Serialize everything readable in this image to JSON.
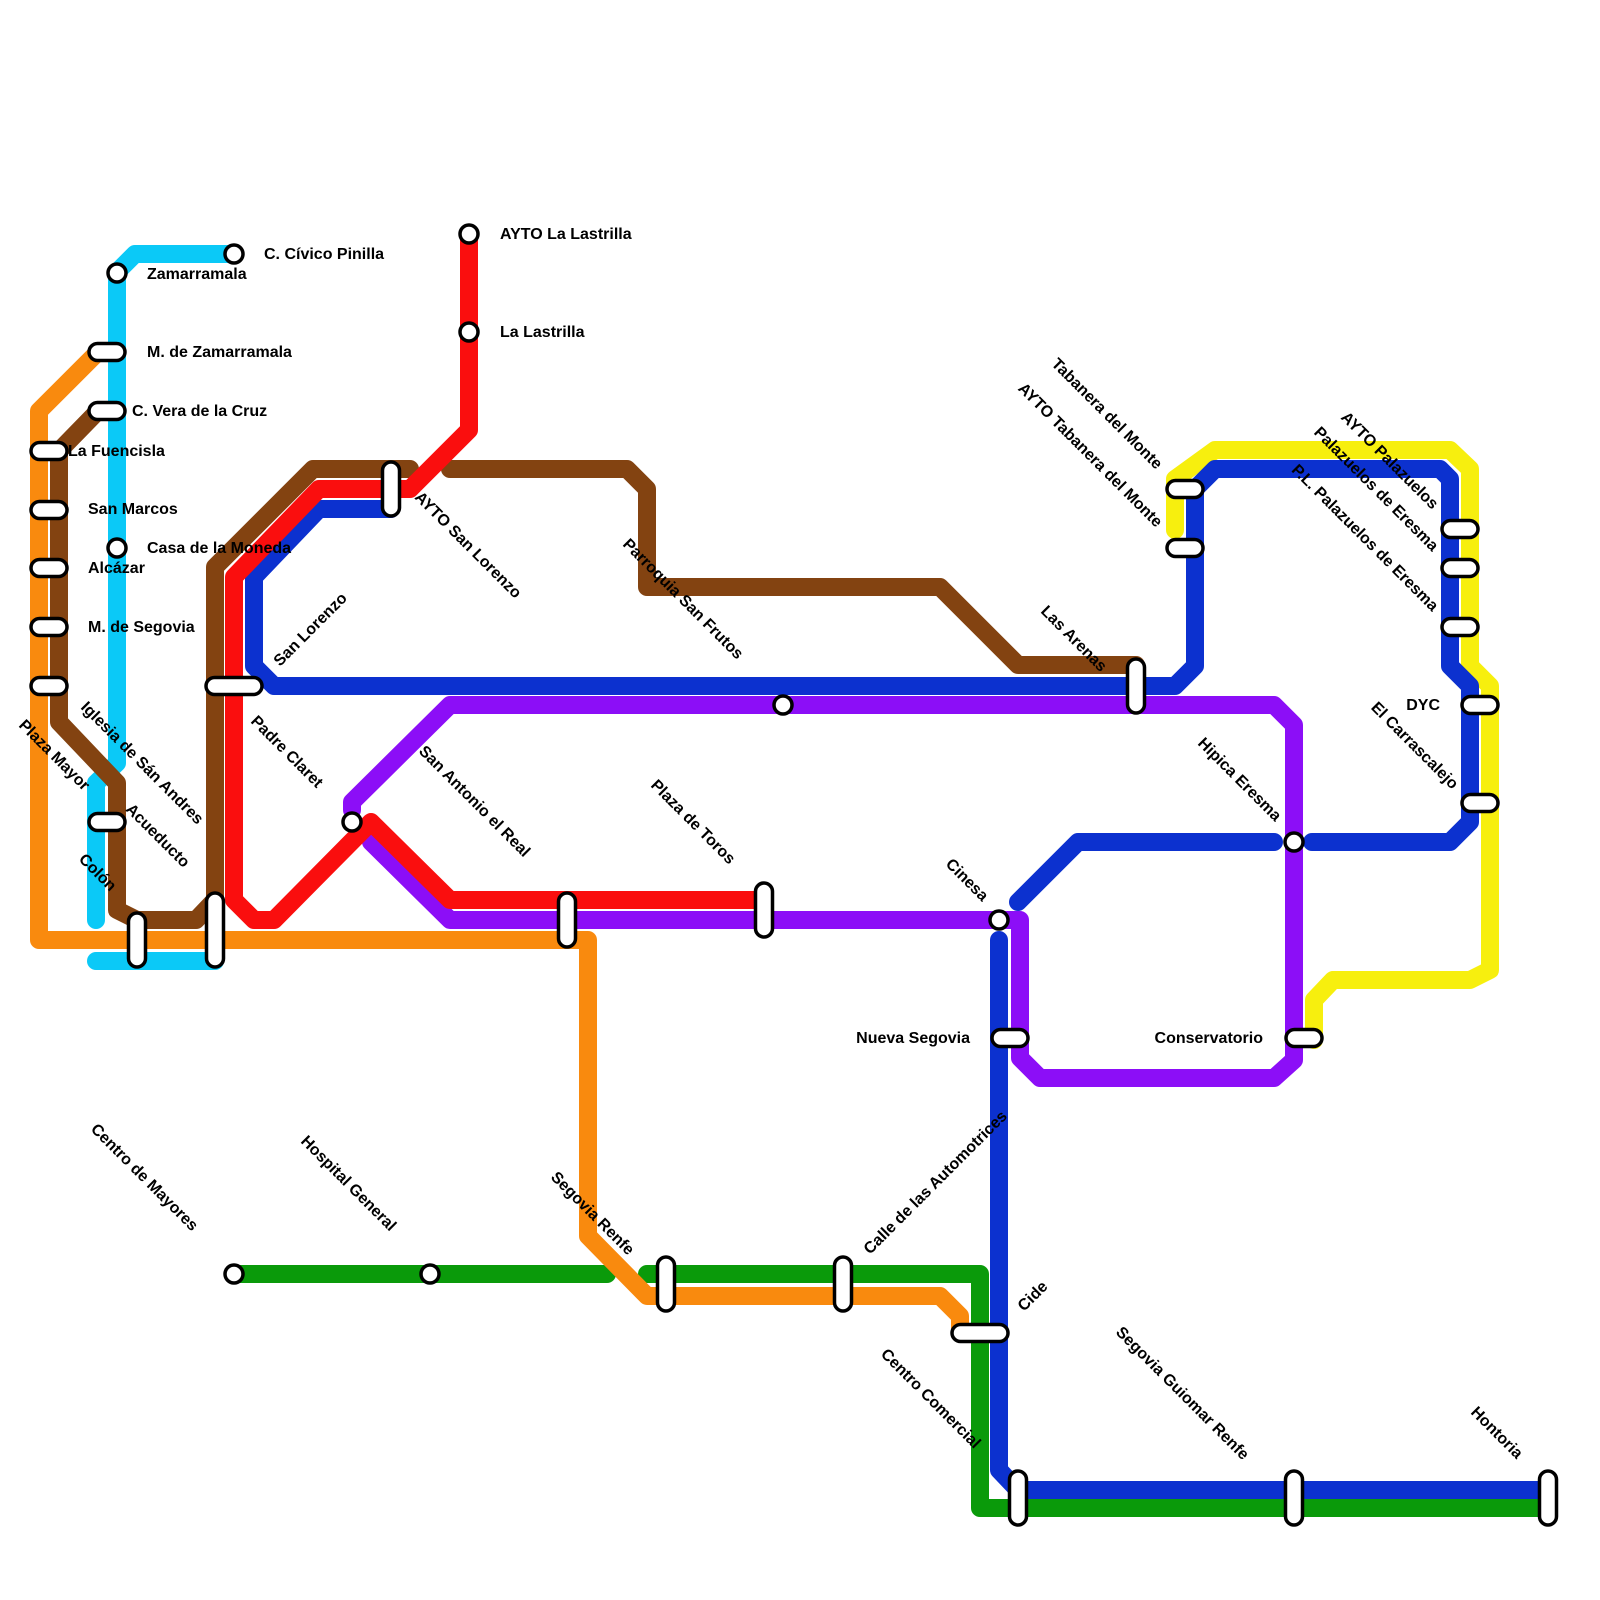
{
  "colors": {
    "cyan": "#0bc9f7",
    "orange": "#f98a0e",
    "brown": "#834311",
    "red": "#fa0e0e",
    "blue": "#0c31cf",
    "purple": "#8c0ef7",
    "green": "#0a9a0a",
    "yellow": "#f7ef0e"
  },
  "stations": [
    "C. Cívico Pinilla",
    "Zamarramala",
    "M. de Zamarramala",
    "C. Vera de la Cruz",
    "La Fuencisla",
    "San Marcos",
    "Casa de la Moneda",
    "Alcázar",
    "M. de Segovia",
    "Plaza Mayor",
    "Iglesia de Sán Andres",
    "Acueducto",
    "Colón",
    "AYTO La Lastrilla",
    "La Lastrilla",
    "AYTO San Lorenzo",
    "San Lorenzo",
    "Padre Claret",
    "San Antonio el Real",
    "Plaza de Toros",
    "Parroquia San Frutos",
    "Las Arenas",
    "Tabanera del Monte",
    "AYTO Tabanera del Monte",
    "AYTO Palazuelos",
    "Palazuelos de Eresma",
    "P.L. Palazuelos de Eresma",
    "DYC",
    "El Carrascalejo",
    "Hipica Eresma",
    "Cinesa",
    "Nueva Segovia",
    "Conservatorio",
    "Calle de las Automotrices",
    "Cide",
    "Centro Comercial",
    "Segovia Guiomar Renfe",
    "Hontoria",
    "Centro de Mayores",
    "Hospital General",
    "Segovia Renfe"
  ]
}
